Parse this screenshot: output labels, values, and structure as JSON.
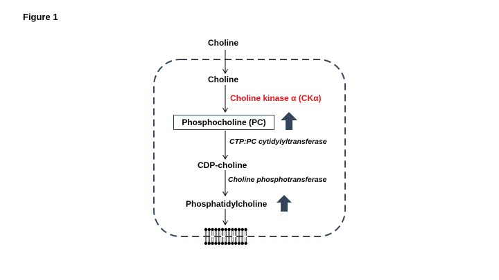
{
  "figure_label": "Figure 1",
  "nodes": {
    "choline_outside": "Choline",
    "choline_inside": "Choline",
    "phosphocholine": "Phosphocholine (PC)",
    "cdp_choline": "CDP-choline",
    "phosphatidylcholine": "Phosphatidylcholine"
  },
  "enzymes": {
    "choline_kinase": "Choline kinase α (CKα)",
    "ctp_pc_cytidylyltransferase": "CTP:PC cytidylyltransferase",
    "choline_phosphotransferase": "Choline phosphotransferase"
  },
  "colors": {
    "enzyme_highlight": "#e8141b",
    "up_arrow": "#34445a",
    "cell_border": "#34445a"
  },
  "icons": {
    "up_arrow": "up-arrow-icon",
    "membrane": "lipid-bilayer-icon"
  }
}
